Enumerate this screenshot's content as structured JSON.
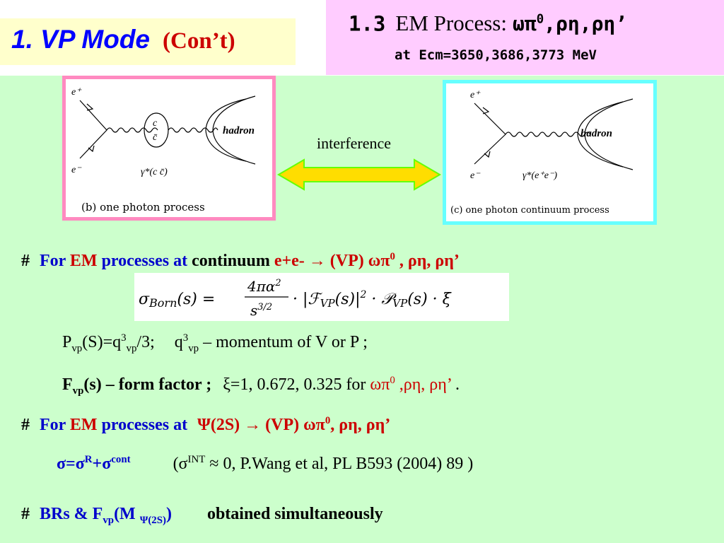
{
  "slide": {
    "title": "1. VP Mode",
    "title_paren": "(Con’t)",
    "section_num": "1.3",
    "section_title": "EM Process:",
    "section_processes": "ωπ⁰,ρη,ρη’",
    "section_sub": "at Ecm=3650,3686,3773 MeV"
  },
  "diagram1": {
    "e_plus": "e⁺",
    "e_minus": "e⁻",
    "c_top": "c",
    "c_bot": "c̄",
    "hadron": "hadron",
    "gamma": "γ*(c c̄)",
    "caption": "(b) one photon process"
  },
  "diagram2": {
    "e_plus": "e⁺",
    "e_minus": "e⁻",
    "hadron": "hadron",
    "gamma": "γ*(e⁺e⁻)",
    "caption": "(c) one photon continuum process"
  },
  "interference": "interference",
  "bullet1": {
    "hash": "#",
    "for": "For",
    "em": "EM",
    "processes_at": "processes at",
    "continuum": "continuum",
    "eplus": "e+e-",
    "arrow": "→",
    "vp": "(VP)",
    "procs": "ωπ⁰ , ρη, ρη’"
  },
  "formula": {
    "lhs": "σBorn(s) =",
    "frac_num": "4πα²",
    "frac_den": "s³ᐟ²",
    "rhs": "· |FVP(s)|² · PVP(s) · ξ"
  },
  "line_pvp": {
    "text1": "Pvp(S)=q³vp/3;",
    "text2": "q³vp – momentum of V or P ;"
  },
  "line_fvp": {
    "label": "Fvp(s) – form factor ;",
    "xi": "ξ=1, 0.672, 0.325 for",
    "procs": "ωπ⁰ ,ρη, ρη’",
    "end": "."
  },
  "bullet2": {
    "hash": "#",
    "for": "For",
    "em": "EM",
    "processes_at": "processes at",
    "psi": "Ψ(2S)",
    "arrow": "→",
    "vp": "(VP)",
    "procs": "ωπ⁰, ρη, ρη’"
  },
  "sigma_line": {
    "sigma": "σ=σR+σcont",
    "ref": "(σINT ≈ 0,  P.Wang et al,  PL B593 (2004) 89  )"
  },
  "bullet3": {
    "hash": "#",
    "brs": "BRs  &  Fvp(M Ψ(2S))",
    "obtained": "obtained simultaneously"
  },
  "colors": {
    "background": "#ccffcc",
    "title_box": "#ffffcc",
    "pink_box": "#ffccff",
    "title_blue": "#0000ff",
    "accent_red": "#cc0000",
    "diag1_border": "#ff8ac0",
    "diag2_border": "#66ffff",
    "arrow_fill": "#ffdd00",
    "arrow_stroke": "#66ff00"
  }
}
